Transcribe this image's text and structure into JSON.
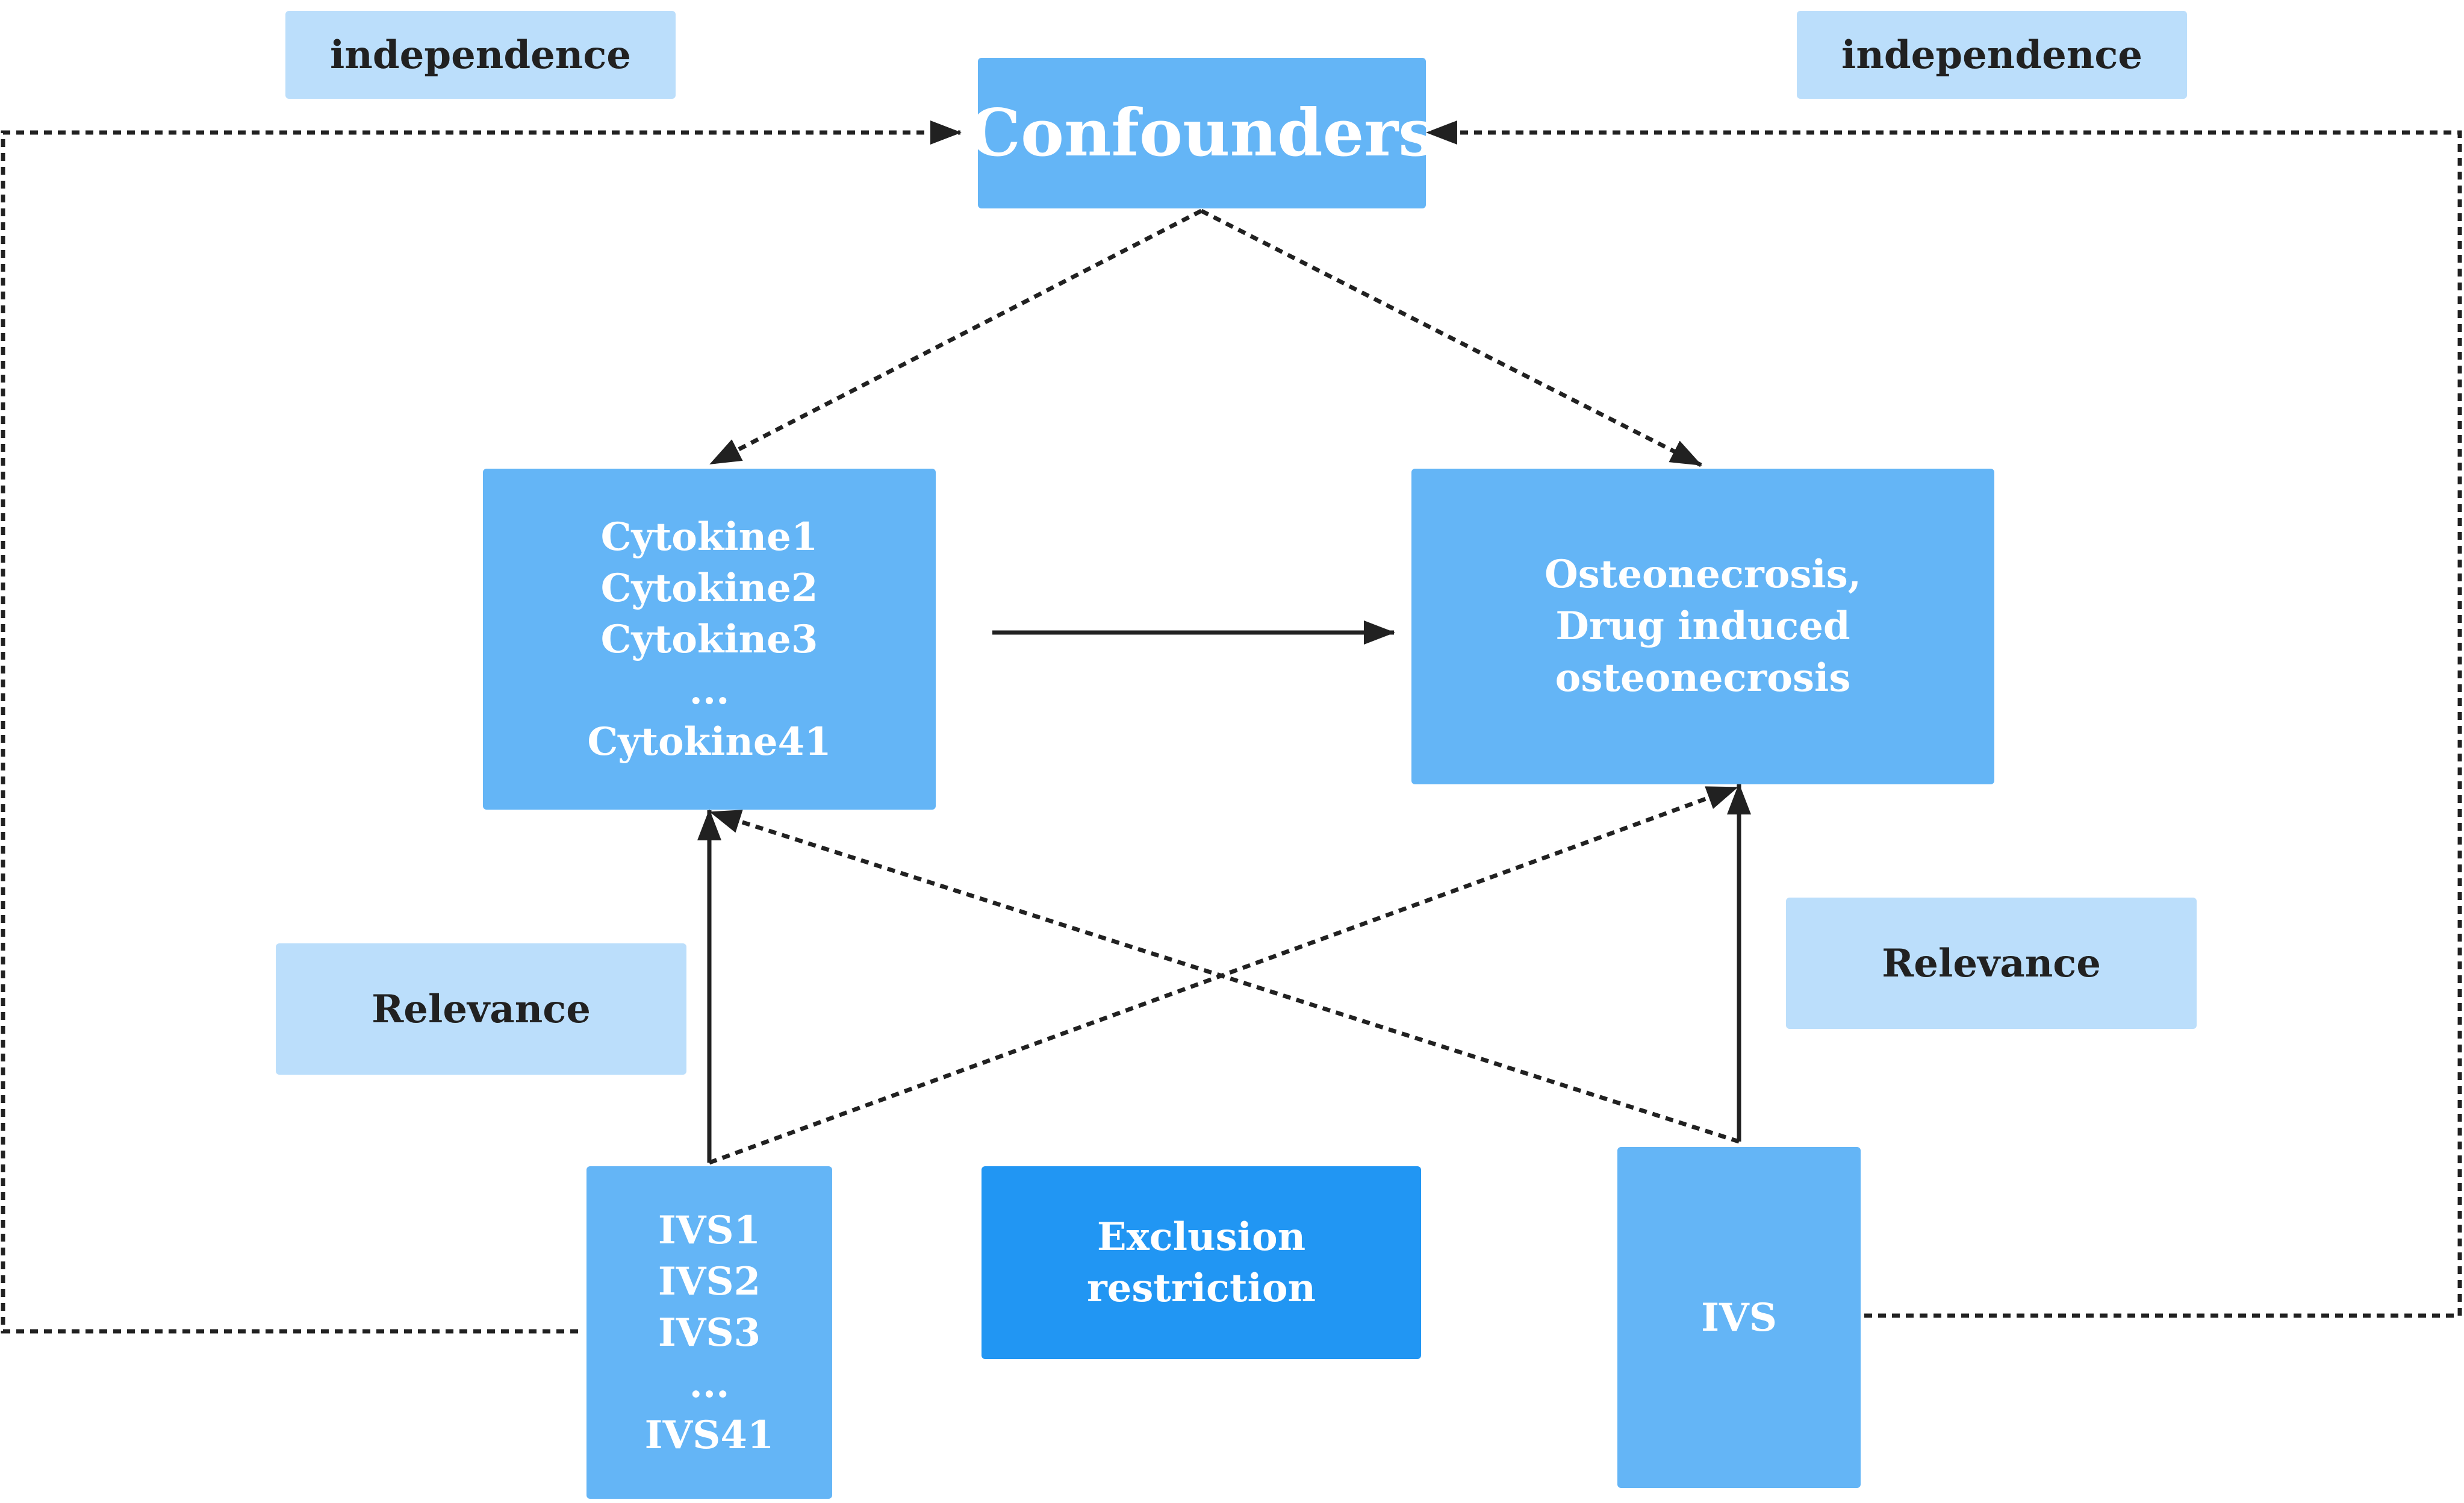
{
  "labels": {
    "independence_left": "independence",
    "independence_right": "independence",
    "relevance_left": "Relevance",
    "relevance_right": "Relevance"
  },
  "nodes": {
    "confounders": "Confounders",
    "cytokines": [
      "Cytokine1",
      "Cytokine2",
      "Cytokine3",
      "...",
      "Cytokine41"
    ],
    "outcome": [
      "Osteonecrosis,",
      "Drug induced osteonecrosis"
    ],
    "ivs_list": [
      "IVS1",
      "IVS2",
      "IVS3",
      "...",
      "IVS41"
    ],
    "exclusion": [
      "Exclusion",
      "restriction"
    ],
    "ivs": "IVS"
  },
  "colors": {
    "node_fill": "#64b5f6",
    "exclusion_fill": "#2196f3",
    "label_fill": "#bbdefb",
    "edge": "#212121"
  }
}
